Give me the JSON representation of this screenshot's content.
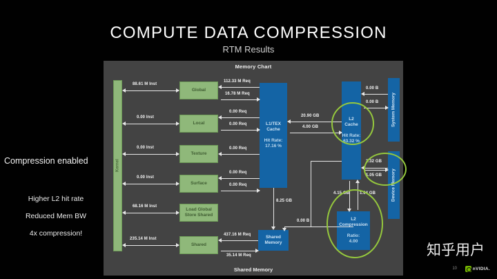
{
  "slide": {
    "title": "COMPUTE DATA COMPRESSION",
    "subtitle": "RTM Results",
    "number": "10"
  },
  "annotations": {
    "heading": "Compression enabled",
    "bullets": [
      "Higher L2 hit rate",
      "Reduced Mem BW",
      "4x compression!"
    ]
  },
  "chart": {
    "title": "Memory Chart",
    "footer": "Shared Memory",
    "kernel_label": "Kernel",
    "units": {
      "green_blocks": [
        {
          "label": "Global"
        },
        {
          "label": "Local"
        },
        {
          "label": "Texture"
        },
        {
          "label": "Surface"
        },
        {
          "label": "Load Global\nStore Shared"
        },
        {
          "label": "Shared"
        }
      ],
      "l1tex": {
        "name": "L1/TEX\nCache",
        "metric": "Hit Rate:\n17.16 %"
      },
      "l2cache": {
        "name": "L2 Cache",
        "metric": "Hit Rate:\n63.32 %"
      },
      "l2comp": {
        "name": "L2\nCompression",
        "metric": "Ratio:\n4.00"
      },
      "shared_memory": {
        "name": "Shared\nMemory"
      },
      "system_memory": {
        "name": "System Memory"
      },
      "device_memory": {
        "name": "Device Memory"
      }
    },
    "edges": {
      "kernel_global": "88.61 M Inst",
      "kernel_local": "0.00 Inst",
      "kernel_texture": "0.00 Inst",
      "kernel_surface": "0.00 Inst",
      "kernel_lgss": "68.16 M Inst",
      "kernel_shared": "235.14 M Inst",
      "global_l1_in": "112.33 M Req",
      "global_l1_out": "16.78 M Req",
      "local_l1_in": "0.00 Req",
      "local_l1_out": "0.00 Req",
      "texture_l1": "0.00 Req",
      "surface_l1_in": "0.00 Req",
      "surface_l1_out": "0.00 Req",
      "shared_in": "437.16 M Req",
      "shared_out": "35.14 M Req",
      "l1_l2_read": "20.90 GB",
      "l1_l2_write": "4.00 GB",
      "l1_sharedmem": "8.25 GB",
      "sharedmem_l2comp": "0.00 B",
      "l2_sysmem_in": "0.00 B",
      "l2_sysmem_out": "0.00 B",
      "l2_devmem_in": "3.32 GB",
      "l2_devmem_out": "1.05 GB",
      "l2comp_down": "4.15 GB",
      "l2comp_up": "1.04 GB"
    }
  },
  "watermark": {
    "text": "知乎用户"
  },
  "logo": {
    "word": "nVIDIA."
  },
  "colors": {
    "accent_green": "#96c93d",
    "block_green": "#8fb87a",
    "block_blue": "#1464a5",
    "panel_bg": "#434343",
    "slide_bg": "#010101"
  }
}
